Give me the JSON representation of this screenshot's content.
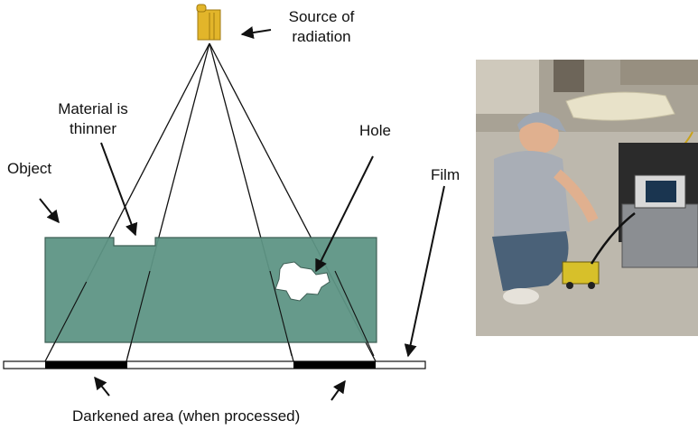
{
  "labels": {
    "source": "Source of radiation",
    "source_line1": "Source of",
    "source_line2": "radiation",
    "material_line1": "Material is",
    "material_line2": "thinner",
    "object": "Object",
    "hole": "Hole",
    "film": "Film",
    "darkened": "Darkened area (when processed)"
  },
  "colors": {
    "source": "#e2b52a",
    "object_fill": "#5e9585",
    "object_stroke": "#3e5f55",
    "film_band": "#000000",
    "lines": "#111111"
  },
  "photo": {
    "subject": "technician-with-portable-radiography-unit"
  }
}
